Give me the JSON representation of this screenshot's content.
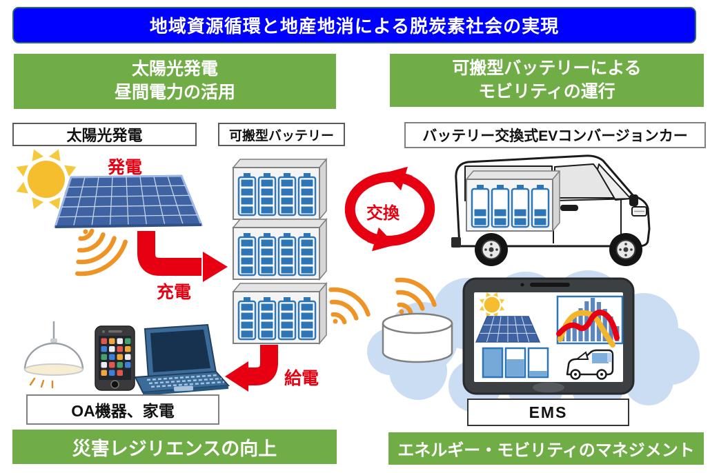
{
  "title": {
    "text": "地域資源循環と地産地消による脱炭素社会の実現"
  },
  "headers": {
    "solar": {
      "line1": "太陽光発電",
      "line2": "昼間電力の活用"
    },
    "mobility": {
      "line1": "可搬型バッテリーによる",
      "line2": "モビリティの運行"
    }
  },
  "boxes": {
    "solar": "太陽光発電",
    "portable_battery": "可搬型バッテリー",
    "ev": "バッテリー交換式EVコンバージョンカー",
    "oa": "OA機器、家電",
    "ems": "EMS"
  },
  "flow": {
    "generate": "発電",
    "charge": "充電",
    "exchange": "交換",
    "supply": "給電"
  },
  "footers": {
    "resilience": "災害レジリエンスの向上",
    "management": "エネルギー・モビリティのマネジメント"
  },
  "colors": {
    "banner_blue": "#0000FF",
    "section_green": "#70AD47",
    "flow_red": "#E60012",
    "battery_blue": "#2E75B6",
    "panel_blue": "#3F63A2",
    "wave_orange": "#EE9426",
    "cloud_blue": "#CBDDF2",
    "tablet_dark": "#3C4043"
  },
  "icons": [
    "sun-icon",
    "solar-panel-icon",
    "radio-waves-icon",
    "battery-module-icon",
    "charge-arrow-icon",
    "supply-arrow-icon",
    "exchange-arrows-icon",
    "ev-van-icon",
    "cloud-icon",
    "database-cylinder-icon",
    "ems-tablet-icon",
    "mini-sun-icon",
    "mini-solar-panel-icon",
    "demand-chart-icon",
    "battery-gauge-icon",
    "mini-van-icon",
    "lamp-icon",
    "smartphone-icon",
    "laptop-icon"
  ]
}
